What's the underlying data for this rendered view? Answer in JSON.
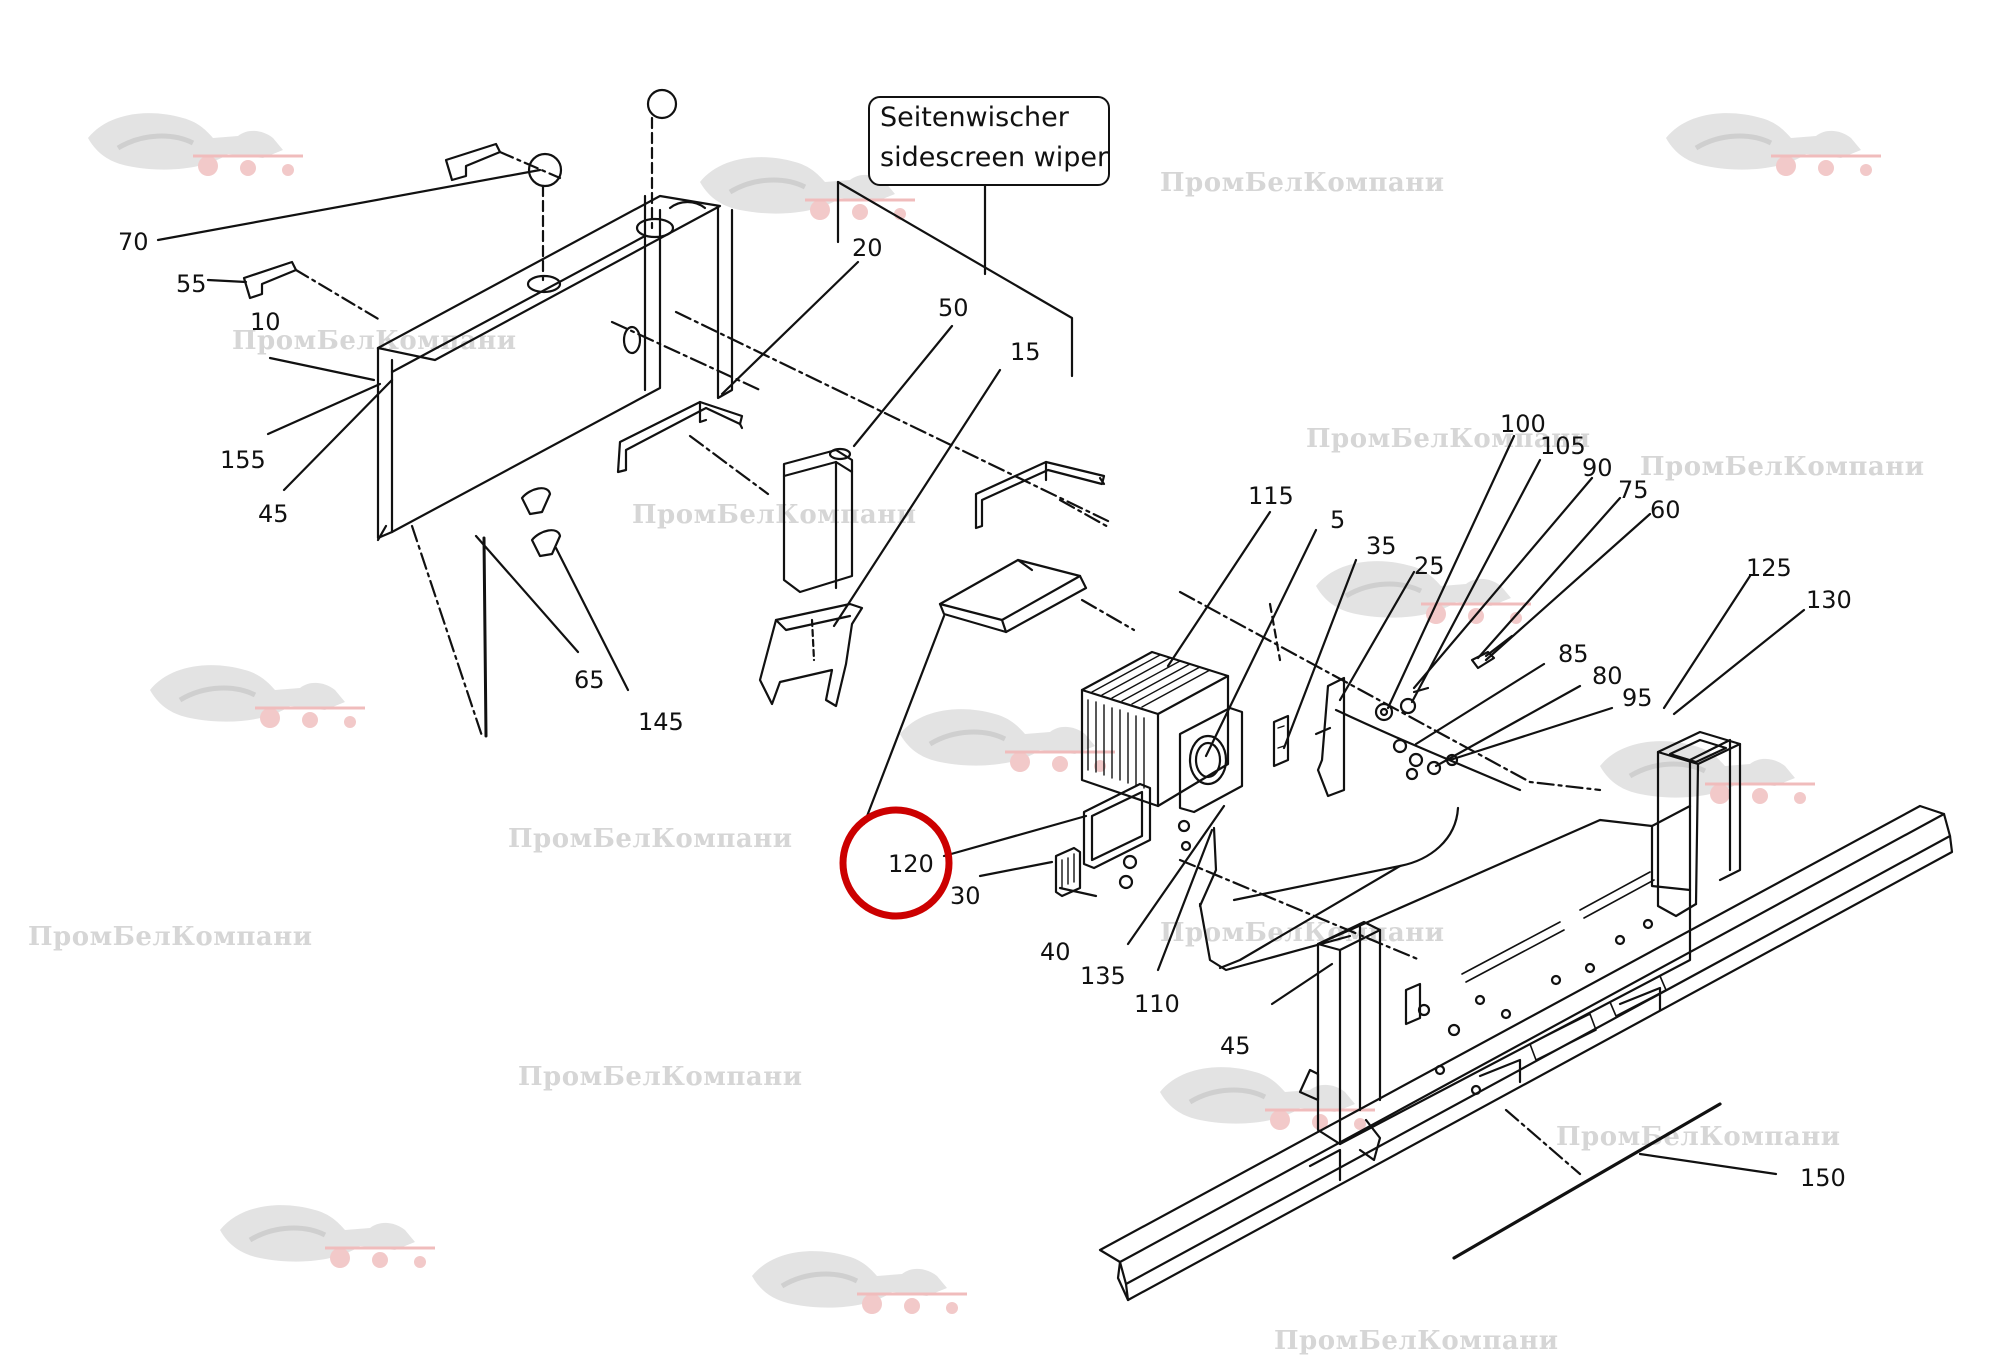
{
  "callout": {
    "line1": "Seitenwischer",
    "line2": "sidescreen wiper"
  },
  "highlight_color": "#cc0000",
  "watermark_text": "ПромБелКомпани",
  "watermark_logo": "panther-tractor-logo",
  "part_numbers": {
    "p70": "70",
    "p55": "55",
    "p10": "10",
    "p155": "155",
    "p45a": "45",
    "p65": "65",
    "p145": "145",
    "p20": "20",
    "p50": "50",
    "p15": "15",
    "p120": "120",
    "p30": "30",
    "p40": "40",
    "p135": "135",
    "p110": "110",
    "p45b": "45",
    "p115": "115",
    "p5": "5",
    "p35": "35",
    "p25": "25",
    "p100": "100",
    "p105": "105",
    "p90": "90",
    "p75": "75",
    "p60": "60",
    "p85": "85",
    "p80": "80",
    "p95": "95",
    "p125": "125",
    "p130": "130",
    "p150": "150"
  }
}
